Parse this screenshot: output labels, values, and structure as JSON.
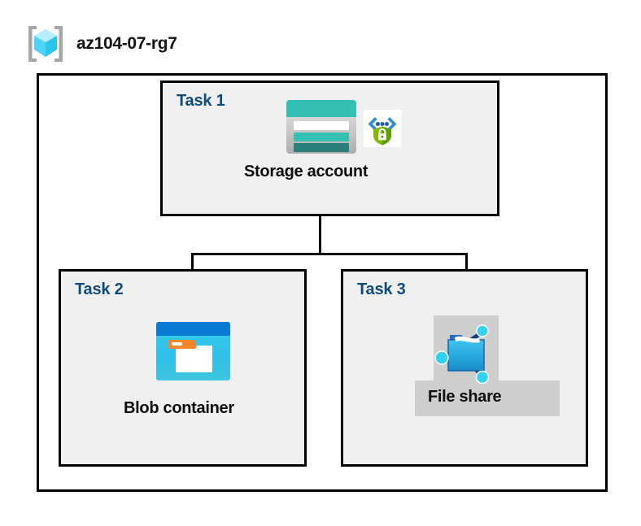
{
  "diagram": {
    "title": "az104-07-rg7",
    "resource_group_icon": "resource-group-cube-icon",
    "colors": {
      "task_label": "#0F4C7C",
      "box_fill": "#F0F0F0",
      "box_border": "#000000",
      "highlight": "#CECECE",
      "storage_teal": "#35BFB2",
      "storage_teal_dark": "#2A7F7A",
      "blob_blue": "#0A7BD4",
      "blob_cyan": "#32C8F0",
      "blob_orange": "#F2862B",
      "fileshare_blue": "#1E9FDA",
      "fileshare_node": "#32D2F2",
      "shield_green": "#57A813",
      "bracket_blue": "#2E8FD6"
    },
    "tasks": [
      {
        "label": "Task 1",
        "node_caption": "Storage account",
        "icon": "storage-account-icon",
        "badge_icon": "encryption-shield-icon"
      },
      {
        "label": "Task 2",
        "node_caption": "Blob container",
        "icon": "blob-container-icon"
      },
      {
        "label": "Task 3",
        "node_caption": "File share",
        "icon": "file-share-icon",
        "highlighted": "true"
      }
    ]
  }
}
